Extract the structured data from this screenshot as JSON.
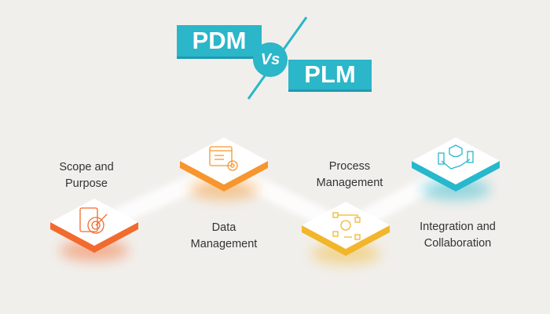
{
  "title": {
    "left": "PDM",
    "vs": "Vs",
    "right": "PLM"
  },
  "steps": [
    {
      "label_line1": "Scope and",
      "label_line2": "Purpose",
      "icon": "target-clipboard-icon",
      "color": "#f26b2e"
    },
    {
      "label_line1": "Data",
      "label_line2": "Management",
      "icon": "data-settings-icon",
      "color": "#f7962e"
    },
    {
      "label_line1": "Process",
      "label_line2": "Management",
      "icon": "process-workflow-icon",
      "color": "#f2b62b"
    },
    {
      "label_line1": "Integration and",
      "label_line2": "Collaboration",
      "icon": "handshake-icon",
      "color": "#26b8cc"
    }
  ],
  "colors": {
    "banner": "#2bb6c9",
    "background": "#f1efec"
  }
}
